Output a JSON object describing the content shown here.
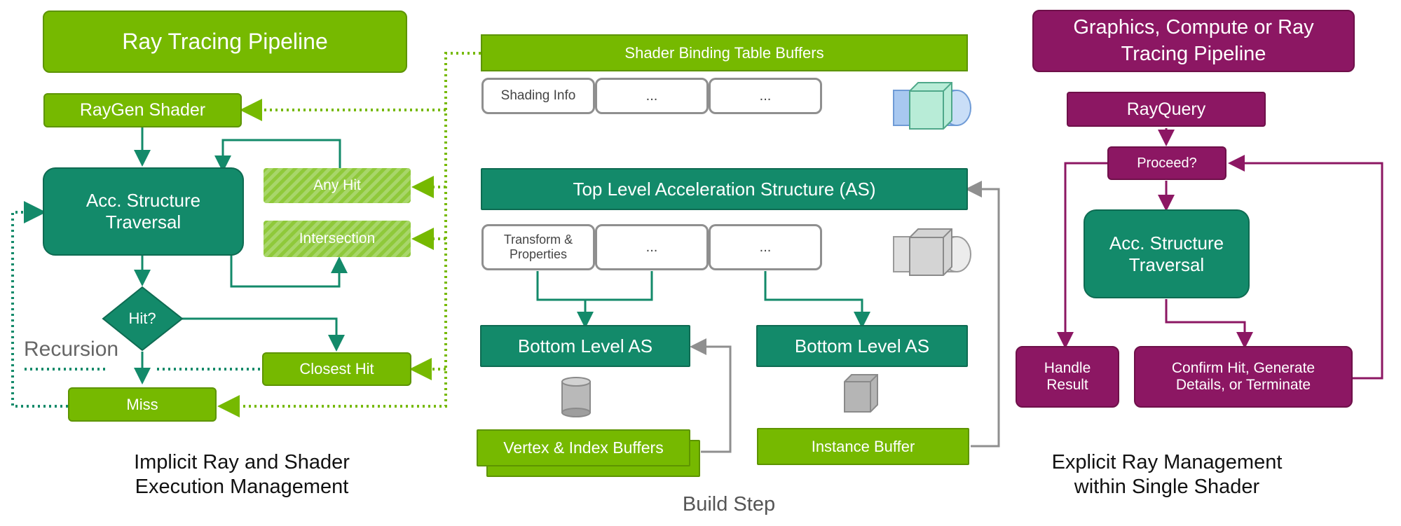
{
  "left": {
    "title": "Ray Tracing Pipeline",
    "raygen": "RayGen Shader",
    "traversal": "Acc. Structure Traversal",
    "any_hit": "Any Hit",
    "intersection": "Intersection",
    "hit_decision": "Hit?",
    "closest_hit": "Closest Hit",
    "miss": "Miss",
    "recursion": "Recursion",
    "caption": "Implicit Ray and Shader Execution Management"
  },
  "center": {
    "sbt_title": "Shader Binding Table Buffers",
    "sbt_cells": [
      "Shading Info",
      "...",
      "..."
    ],
    "tlas_title": "Top Level Acceleration Structure (AS)",
    "tlas_cells": [
      "Transform & Properties",
      "...",
      "..."
    ],
    "blas_left": "Bottom Level AS",
    "blas_right": "Bottom Level AS",
    "vertex_buffers": "Vertex & Index Buffers",
    "instance_buffer": "Instance Buffer",
    "caption": "Build Step"
  },
  "right": {
    "title": "Graphics, Compute or Ray Tracing Pipeline",
    "rayquery": "RayQuery",
    "proceed": "Proceed?",
    "traversal": "Acc. Structure Traversal",
    "handle": "Handle Result",
    "confirm": "Confirm Hit, Generate Details, or Terminate",
    "caption": "Explicit Ray Management within Single Shader"
  },
  "colors": {
    "light_green": "#76b900",
    "dark_green": "#138a6a",
    "magenta": "#8c1763",
    "gray": "#8f8f8f"
  }
}
